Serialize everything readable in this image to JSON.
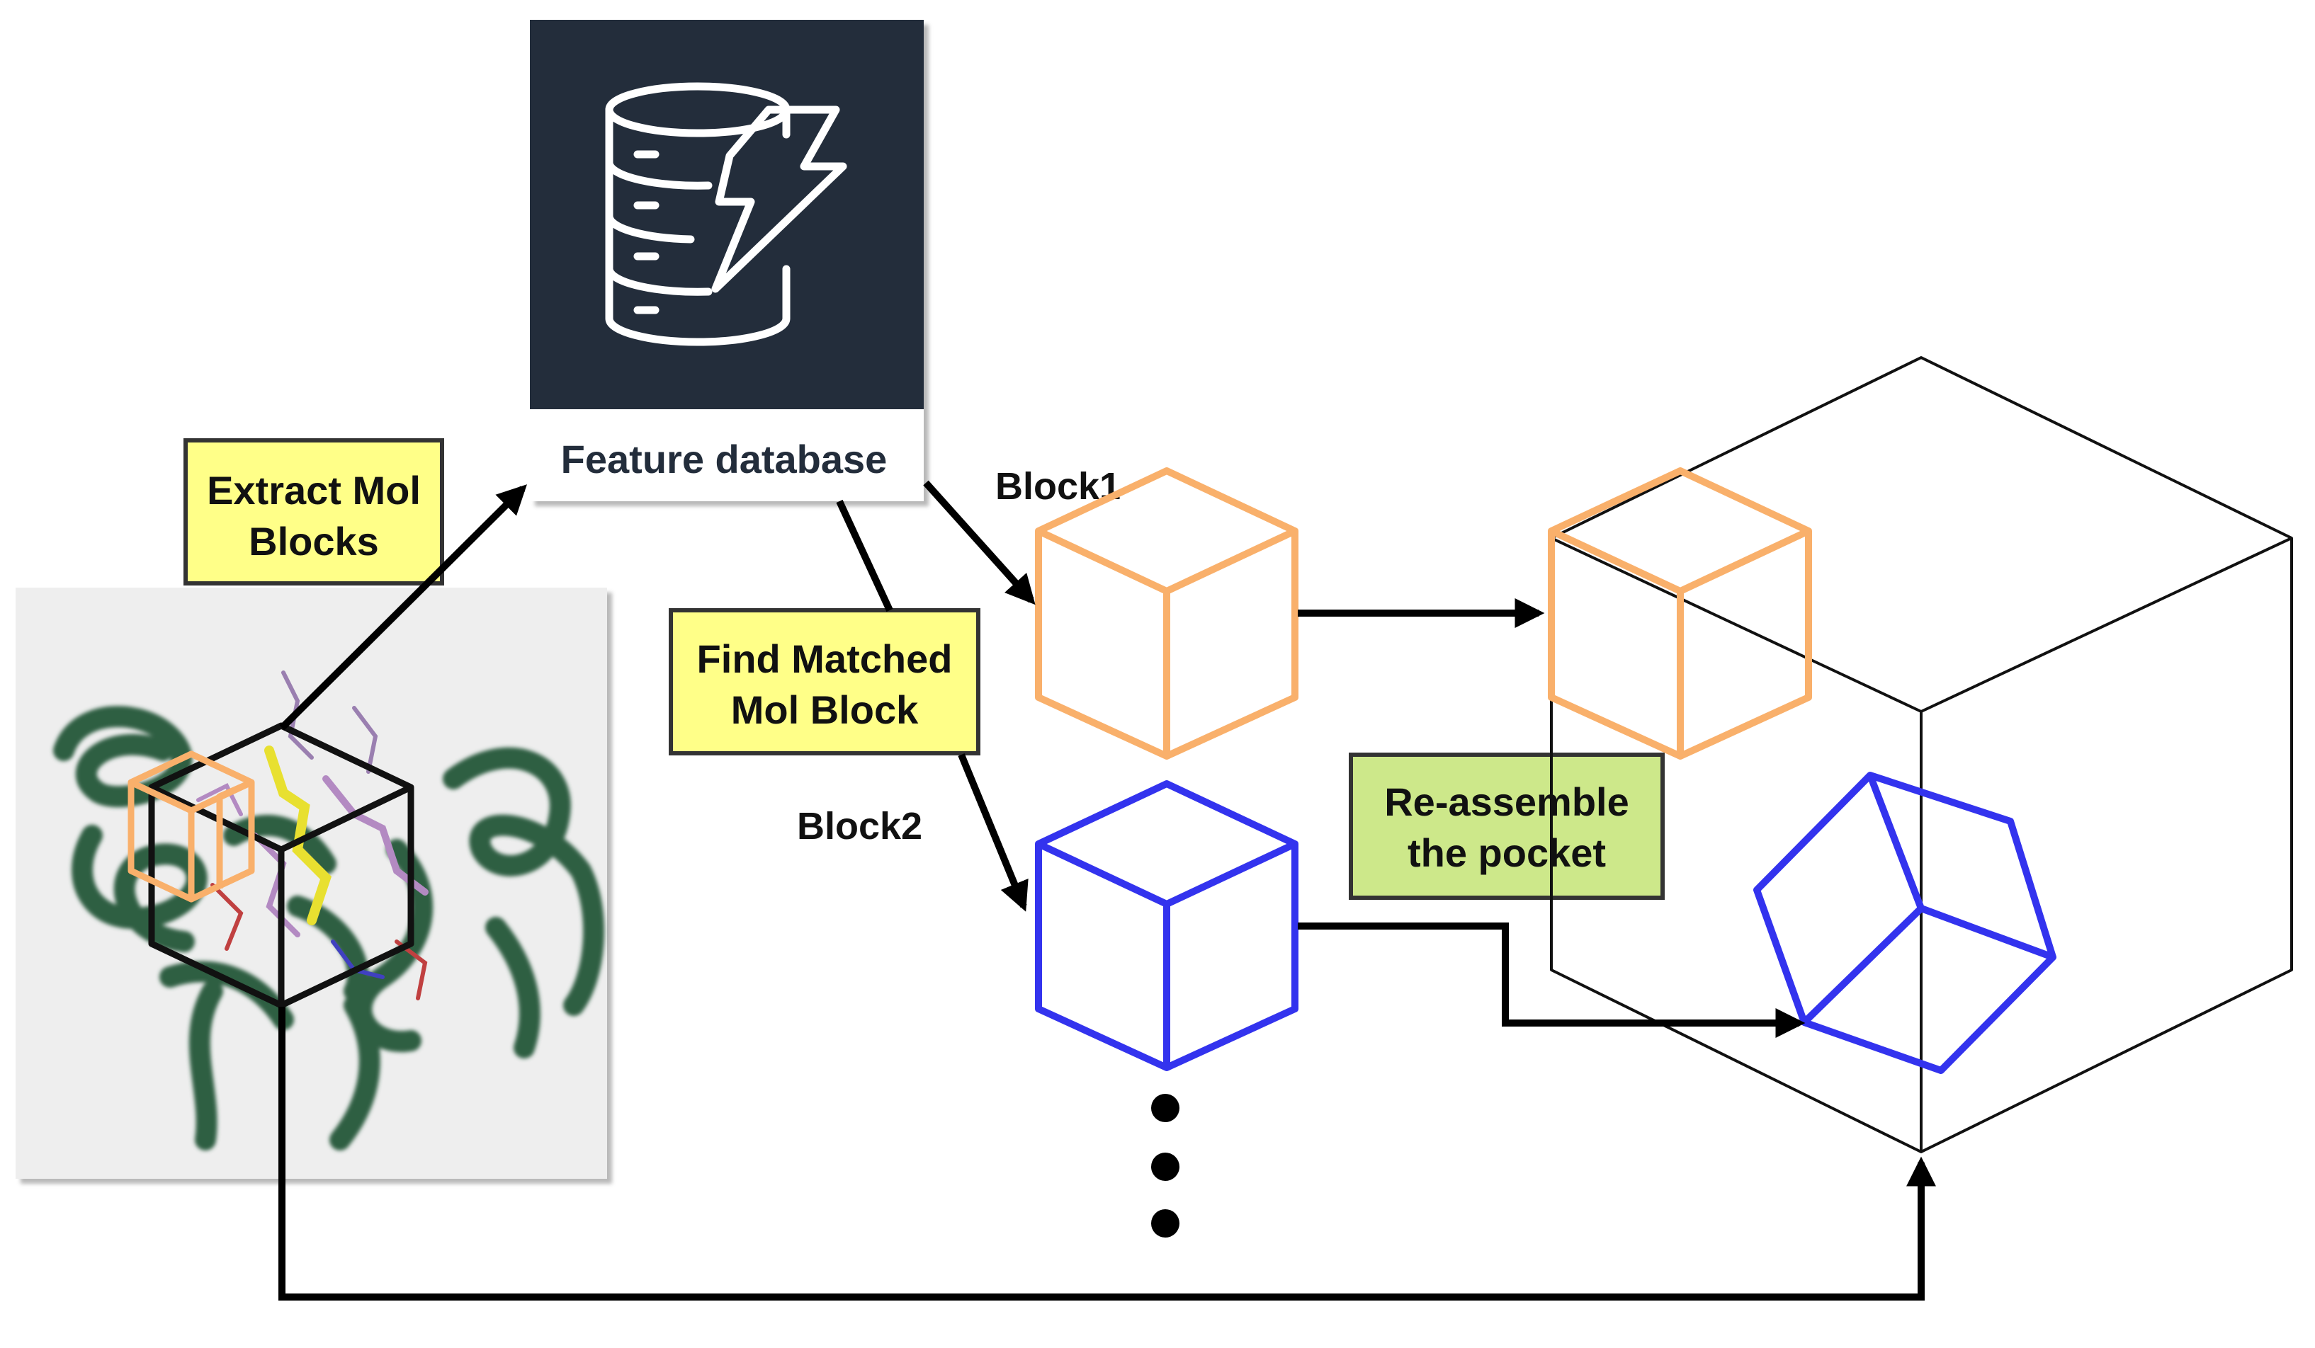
{
  "feature_database": {
    "label": "Feature database",
    "icon": "database-lightning-icon",
    "colors": {
      "tile": "#232d3b",
      "icon_stroke": "#ffffff",
      "label": "#232d3b"
    }
  },
  "steps": {
    "extract": {
      "line1": "Extract Mol",
      "line2": "Blocks",
      "color": "#ffff88"
    },
    "find": {
      "line1": "Find Matched",
      "line2": "Mol Block",
      "color": "#ffff88"
    },
    "reassemble": {
      "line1": "Re-assemble",
      "line2": "the pocket",
      "color": "#cde88a"
    }
  },
  "blocks": {
    "block1": {
      "label": "Block1",
      "color": "#f9b06b"
    },
    "block2": {
      "label": "Block2",
      "color": "#3333ee"
    }
  },
  "protein_image": {
    "icon": "protein-structure-icon",
    "panel_color": "#eeeeee",
    "ribbon_color": "#2f5e42"
  }
}
